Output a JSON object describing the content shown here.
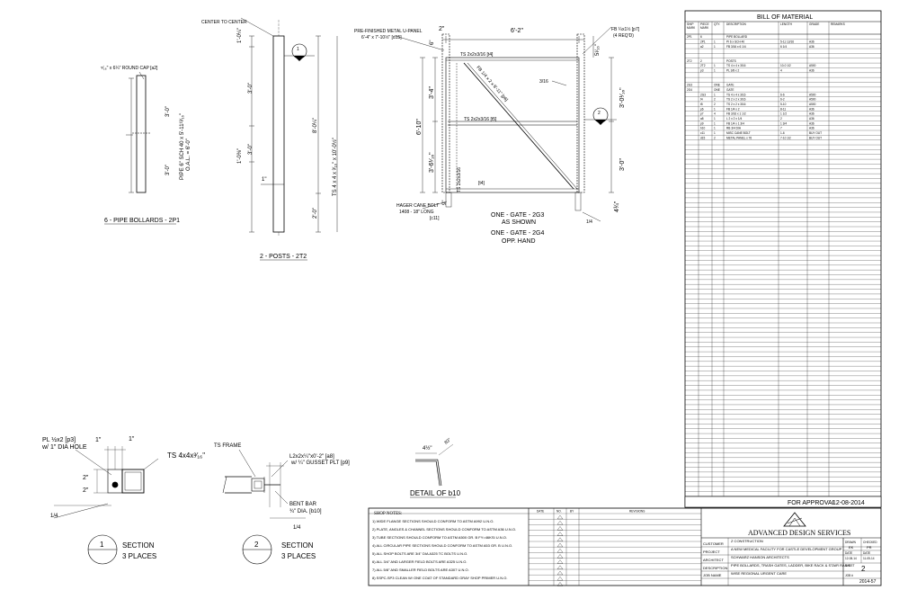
{
  "bollard": {
    "cap_label": "⁵⁄₁₆\" x 6¼\" ROUND CAP [a2]",
    "dim_upper": "3'-0\"",
    "dim_lower": "3'-0\"",
    "pipe_label_1": "PIPE 6\" SCH 40 x 5'-11¹³⁄₁₆\"",
    "pipe_label_2": "O.A.L. = 6'-0\"",
    "title": "6 - PIPE BOLLARDS - 2P1"
  },
  "posts": {
    "center_label": "CENTER TO CENTER",
    "dim_top": "1'-0¼\"",
    "dim_a": "3'-0\"",
    "dim_b": "1'-0⅜\"",
    "dim_c": "3'-0\"",
    "dim_d": "1\"",
    "dim_total": "8'-0¼\"",
    "dim_e": "2'-0\"",
    "tube_label": "TS 4 x 4 x ³⁄₁₆\" x 10'-0½\"",
    "bubble": "1",
    "title": "2 - POSTS - 2T2"
  },
  "gate": {
    "panel_label_1": "PRE-FINISHED METAL U-PANEL",
    "panel_label_2": "6'-4\" x 7'-10½\" [d15]",
    "dim_2": "2\"",
    "dim_width": "6'-2\"",
    "dim_6": "6\"",
    "fb_label_1": "FB ¼x1½ [p7]",
    "fb_label_2": "(4 REQ'D)",
    "dim_right_top": "5¹⁄₁₆\"",
    "ts_top": "TS 2x2x3/16 [t4]",
    "diag_label": "FB 1/4 x 2 x 8'-11\" [p6]",
    "weld": "3/16",
    "dim_left_1": "3'-4\"",
    "dim_left_total": "6'-10\"",
    "dim_left_2": "3'-6¹⁄₁₆\"",
    "ts_mid": "TS 2x2x3/16 [t5]",
    "dim_right_mid": "3'-0¹⁄₁₆\"",
    "dim_right_low": "3'-0\"",
    "ts_side": "TS 2x2x3/16",
    "t4_bottom": "[t4]",
    "bubble": "2",
    "hager_1": "HAGER CANE BOLT",
    "hager_2": "1408 - 18\" LONG",
    "hager_3": "[c11]",
    "dim_9": "9\"",
    "dim_4": "4¾\"",
    "weld_b": "1/4",
    "title_1": "ONE - GATE - 2G3",
    "title_2": "AS SHOWN",
    "title_3": "ONE - GATE - 2G4",
    "title_4": "OPP. HAND"
  },
  "section1": {
    "pl_1": "PL ½x2 [p3]",
    "pl_2": "w/ 1\" DIA HOLE",
    "dim_1a": "1\"",
    "dim_1b": "1\"",
    "dim_2a": "2\"",
    "dim_2b": "2\"",
    "ts": "TS 4x4x³⁄₁₆\"",
    "weld": "1/4",
    "bubble": "1",
    "title": "SECTION",
    "sub": "3 PLACES"
  },
  "section2": {
    "frame": "TS FRAME",
    "l_1": "L2x2x¼\"x0'-2\" [a8]",
    "l_2": "w/ ¼\" GUSSET PLT [p9]",
    "bent_1": "BENT BAR",
    "bent_2": "¾\" DIA. [b10]",
    "weld": "1/4",
    "bubble": "2",
    "title": "SECTION",
    "sub": "3 PLACES"
  },
  "detail": {
    "dim": "4½\"",
    "angle": "83°",
    "title": "DETAIL OF b10"
  },
  "bom": {
    "title": "BILL OF MATERIAL",
    "headers": [
      "SHIP MARK",
      "PIECE MARK",
      "QTY.",
      "DESCRIPTION",
      "LENGTH",
      "GRADE",
      "REMARKS"
    ],
    "rows": [
      [
        "2P1",
        "6",
        "",
        "PIPE BOLLARD",
        "",
        "",
        ""
      ],
      [
        "",
        "2P1",
        "1",
        "PI 6 x SCH 40",
        "5-11 13/16",
        "A36",
        ""
      ],
      [
        "",
        "a2",
        "1",
        "FB 3/16 x 6 1/4",
        "6 1/4",
        "A36",
        ""
      ],
      [
        "",
        "",
        "",
        "",
        "",
        "",
        ""
      ],
      [
        "",
        "",
        "",
        "",
        "",
        "",
        ""
      ],
      [
        "2T2",
        "2",
        "",
        "POSTS",
        "",
        "",
        ""
      ],
      [
        "",
        "2T2",
        "1",
        "TS 4 x 4 x 3/16",
        "10-0 1/2",
        "A500",
        ""
      ],
      [
        "",
        "p3",
        "1",
        "PL 3/8 x 2",
        "4",
        "A36",
        ""
      ],
      [
        "",
        "",
        "",
        "",
        "",
        "",
        ""
      ],
      [
        "",
        "",
        "",
        "",
        "",
        "",
        ""
      ],
      [
        "2G3",
        "",
        "ONE",
        "GATE",
        "",
        "",
        ""
      ],
      [
        "2G4",
        "",
        "ONE",
        "GATE",
        "",
        "",
        ""
      ],
      [
        "",
        "2G3",
        "1",
        "TS 4 x 4 x 3/16",
        "6-6",
        "A500",
        ""
      ],
      [
        "",
        "t4",
        "2",
        "TS 2 x 2 x 3/16",
        "6-2",
        "A500",
        ""
      ],
      [
        "",
        "t5",
        "2",
        "TS 2 x 2 x 3/16",
        "5-10",
        "A500",
        ""
      ],
      [
        "",
        "p6",
        "1",
        "FB 1/4 x 2",
        "8-11",
        "A36",
        ""
      ],
      [
        "",
        "p7",
        "4",
        "FB 3/16 x 1 1/2",
        "1 1/2",
        "A36",
        ""
      ],
      [
        "",
        "a8",
        "1",
        "L 2 x 2 x 1/4",
        "2",
        "A36",
        ""
      ],
      [
        "",
        "p9",
        "1",
        "FB 1/4 x 1 3/4",
        "1 3/4",
        "A36",
        ""
      ],
      [
        "",
        "b10",
        "1",
        "RB 3/4 DIA",
        "7",
        "A36",
        ""
      ],
      [
        "",
        "c11",
        "1",
        "MISC CANE BOLT",
        "1-6",
        "BUY OUT",
        ""
      ],
      [
        "",
        "d15",
        "2",
        "METAL PANEL x 76",
        "7-10 1/2",
        "BUY OUT",
        ""
      ]
    ]
  },
  "approval": {
    "label": "FOR APPROVAL",
    "date": "12-08-2014"
  },
  "notes": {
    "title": "SHOP NOTES:",
    "items": [
      "1) WIDE FLANGE SECTIONS SHOULD CONFORM TO ASTM A992 U.N.O.",
      "2) PLATE, ANGLES & CHANNEL SECTIONS SHOULD CONFORM TO ASTM A36 U.N.O.",
      "3) TUBE SECTIONS SHOULD CONFORM TO ASTM A500 GR. B FY=46KSI U.N.O.",
      "4) ALL CIRCULAR PIPE SECTIONS SHOULD CONFORM TO ASTM A53 GR. B U.N.O.",
      "5) ALL SHOP BOLTS ARE 3/4\" DIA A325 TC BOLTS U.N.O.",
      "6) ALL 3/4\" AND LARGER FIELD BOLTS ARE A325 U.N.O.",
      "7) ALL 5/8\" AND SMALLER FIELD BOLTS ARE A307 U.N.O.",
      "8) SSPC-SP3 CLEAN W/ ONE COAT OF STANDARD GRAY SHOP PRIMER U.N.O."
    ]
  },
  "revisions": {
    "headers": [
      "DATE",
      "NO.",
      "BY",
      "REVISIONS"
    ]
  },
  "titleblock": {
    "company": "ADVANCED DESIGN SERVICES",
    "labels": [
      "CUSTOMER",
      "PROJECT",
      "ARCHITECT",
      "DESCRIPTION",
      "JOB NAME"
    ],
    "values": [
      "Z CONSTRUCTION",
      "A NEW MEDICAL FACILITY FOR CASTLE DEVELOPMENT GROUP",
      "SCHWARZ HANSON ARCHITECTS",
      "PIPE BOLLARDS, TRASH GATES, LADDER, BIKE RACK & STAIR RAILS",
      "WISE REGIONAL URGENT CARE"
    ],
    "drawn_label": "DRAWN",
    "checked_label": "CHECKED",
    "drawn": "EK",
    "checked": "PR",
    "date_label": "DATE",
    "date1": "12-08-14",
    "date2": "11-05-14",
    "sheet_label": "SHEET",
    "sheet": "2",
    "job_label": "JOB #",
    "job": "2014-57"
  }
}
